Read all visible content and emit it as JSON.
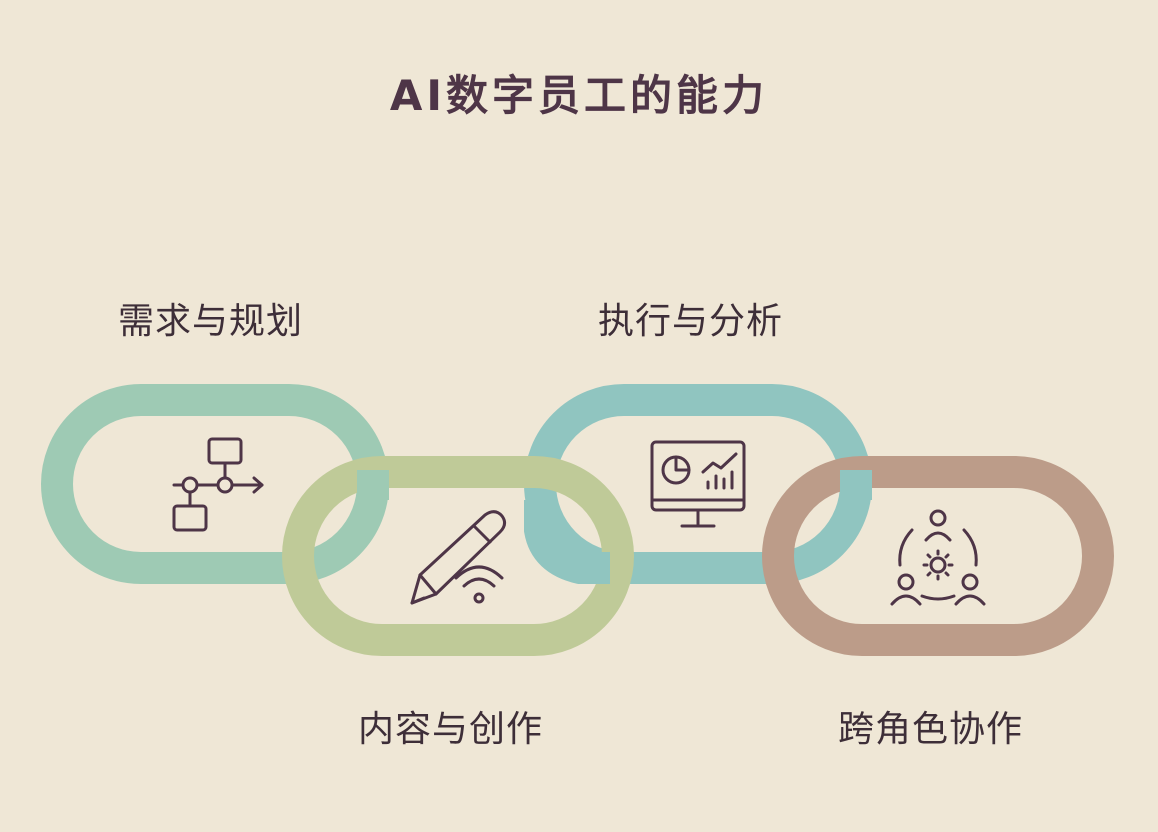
{
  "title": "AI数字员工的能力",
  "items": [
    {
      "label": "需求与规划",
      "icon": "flowchart-icon",
      "color": "#9ecab4"
    },
    {
      "label": "内容与创作",
      "icon": "pen-signal-icon",
      "color": "#bfca98"
    },
    {
      "label": "执行与分析",
      "icon": "monitor-analytics-icon",
      "color": "#90c5c0"
    },
    {
      "label": "跨角色协作",
      "icon": "team-collaboration-icon",
      "color": "#bc9c89"
    }
  ]
}
